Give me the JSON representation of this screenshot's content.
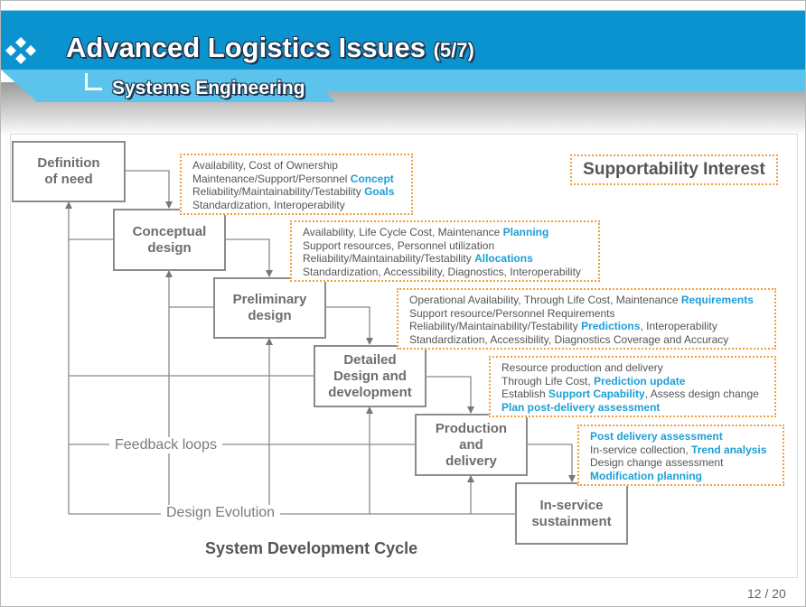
{
  "header": {
    "title": "Advanced Logistics Issues",
    "title_part": "(5/7)",
    "subtitle": "Systems Engineering"
  },
  "diagram": {
    "stages": [
      {
        "label": "Definition\nof need"
      },
      {
        "label": "Conceptual\ndesign"
      },
      {
        "label": "Preliminary\ndesign"
      },
      {
        "label": "Detailed\nDesign and\ndevelopment"
      },
      {
        "label": "Production\nand\ndelivery"
      },
      {
        "label": "In-service\nsustainment"
      }
    ],
    "notes": [
      {
        "lines": [
          [
            {
              "t": "Availability, Cost of Ownership"
            }
          ],
          [
            {
              "t": "Maintenance/Support/Personnel "
            },
            {
              "t": "Concept",
              "k": true
            }
          ],
          [
            {
              "t": "Reliability/Maintainability/Testability "
            },
            {
              "t": "Goals",
              "k": true
            }
          ],
          [
            {
              "t": "Standardization, Interoperability"
            }
          ]
        ]
      },
      {
        "lines": [
          [
            {
              "t": "Availability, Life Cycle Cost, Maintenance "
            },
            {
              "t": "Planning",
              "k": true
            }
          ],
          [
            {
              "t": "Support resources, Personnel utilization"
            }
          ],
          [
            {
              "t": "Reliability/Maintainability/Testability "
            },
            {
              "t": "Allocations",
              "k": true
            }
          ],
          [
            {
              "t": "Standardization, Accessibility, Diagnostics, Interoperability"
            }
          ]
        ]
      },
      {
        "lines": [
          [
            {
              "t": "Operational Availability, Through Life Cost, Maintenance "
            },
            {
              "t": "Requirements",
              "k": true
            }
          ],
          [
            {
              "t": "Support resource/Personnel Requirements"
            }
          ],
          [
            {
              "t": "Reliability/Maintainability/Testability "
            },
            {
              "t": "Predictions",
              "k": true
            },
            {
              "t": ", Interoperability"
            }
          ],
          [
            {
              "t": "Standardization, Accessibility, Diagnostics Coverage and Accuracy"
            }
          ]
        ]
      },
      {
        "lines": [
          [
            {
              "t": "Resource production and delivery"
            }
          ],
          [
            {
              "t": "Through Life Cost, "
            },
            {
              "t": "Prediction update",
              "k": true
            }
          ],
          [
            {
              "t": "Establish "
            },
            {
              "t": "Support Capability",
              "k": true
            },
            {
              "t": ", Assess design change"
            }
          ],
          [
            {
              "t": "Plan post-delivery assessment",
              "k": true
            }
          ]
        ]
      },
      {
        "lines": [
          [
            {
              "t": "Post delivery assessment",
              "k": true
            }
          ],
          [
            {
              "t": "In-service collection, "
            },
            {
              "t": "Trend analysis",
              "k": true
            }
          ],
          [
            {
              "t": "Design change assessment"
            }
          ],
          [
            {
              "t": "Modification planning",
              "k": true
            }
          ]
        ]
      }
    ],
    "supportability_label": "Supportability Interest",
    "feedback_label": "Feedback loops",
    "evolution_label": "Design Evolution",
    "caption": "System Development Cycle"
  },
  "footer": {
    "page": "12 / 20"
  },
  "colors": {
    "header_blue": "#0a93cf",
    "header_light": "#5cc3ec",
    "keyword": "#1b9fd6",
    "note_border": "#f0a040",
    "box_border": "#8c8c8c"
  }
}
